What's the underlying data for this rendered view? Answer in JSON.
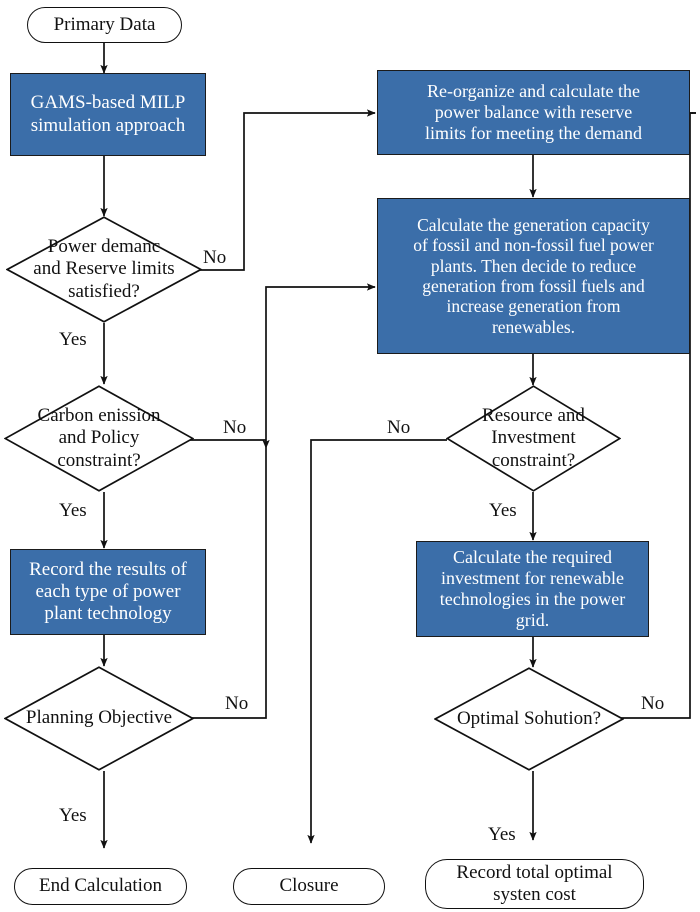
{
  "diagram": {
    "title": "GAMS-based MILP power system planning flowchart",
    "type": "flowchart",
    "colors": {
      "process_fill": "#3b6ea9",
      "process_text": "#ffffff",
      "outline": "#111111",
      "background": "#ffffff",
      "terminal_text": "#111111"
    }
  },
  "nodes": [
    {
      "id": "primary-data",
      "shape": "terminal",
      "label": "Primary Data"
    },
    {
      "id": "gams-milp",
      "shape": "process",
      "label": "GAMS-based MILP simulation approach"
    },
    {
      "id": "power-demand",
      "shape": "decision",
      "label": "Power demanc and Reserve limits satisfied?"
    },
    {
      "id": "carbon-policy",
      "shape": "decision",
      "label": "Carbon enission and Policy constraint?"
    },
    {
      "id": "record-results",
      "shape": "process",
      "label": "Record the results of each type of power plant technology"
    },
    {
      "id": "planning-objective",
      "shape": "decision",
      "label": "Planning Objective"
    },
    {
      "id": "end-calculation",
      "shape": "terminal",
      "label": "End Calculation"
    },
    {
      "id": "closure",
      "shape": "terminal",
      "label": "Closure"
    },
    {
      "id": "reorganize",
      "shape": "process",
      "label": "Re-organize and calculate the power balance with reserve limits for meeting the demand"
    },
    {
      "id": "calculate-generation",
      "shape": "process",
      "label": "Calculate the generation capacity of fossil and non-fossil fuel power plants. Then decide to reduce generation from fossil fuels and increase generation from renewables."
    },
    {
      "id": "resource-investment",
      "shape": "decision",
      "label": "Resource and Investment constraint?"
    },
    {
      "id": "calculate-investment",
      "shape": "process",
      "label": "Calculate the required investment for renewable technologies in the power grid."
    },
    {
      "id": "optimal-solution",
      "shape": "decision",
      "label": "Optimal Sohution?"
    },
    {
      "id": "record-total-cost",
      "shape": "terminal",
      "label": "Record total optimal systen cost"
    }
  ],
  "node_lines": {
    "primary_data": [
      "Primary Data"
    ],
    "gams_milp": [
      "GAMS-based MILP",
      "simulation approach"
    ],
    "power_demand": [
      "Power demanc",
      "and Reserve limits",
      "satisfied?"
    ],
    "carbon_policy": [
      "Carbon enission",
      "and Policy",
      "constraint?"
    ],
    "record_results": [
      "Record the results of",
      "each type of power",
      "plant technology"
    ],
    "planning_objective": [
      "Planning Objective"
    ],
    "end_calculation": [
      "End Calculation"
    ],
    "closure": [
      "Closure"
    ],
    "reorganize": [
      "Re-organize and calculate the",
      "power balance with reserve",
      "limits for meeting the demand"
    ],
    "calculate_generation": [
      "Calculate the generation capacity",
      "of fossil and non-fossil fuel power",
      "plants. Then decide to reduce",
      "generation from fossil fuels and",
      "increase generation from",
      "renewables."
    ],
    "resource_investment": [
      "Resource and",
      "Investment",
      "constraint?"
    ],
    "calculate_investment": [
      "Calculate the required",
      "investment for renewable",
      "technologies in the power",
      "grid."
    ],
    "optimal_solution": [
      "Optimal Sohution?"
    ],
    "record_total_cost": [
      "Record total optimal",
      "systen cost"
    ]
  },
  "edge_labels": {
    "power_demand_no": "No",
    "power_demand_yes": "Yes",
    "carbon_policy_no": "No",
    "carbon_policy_yes": "Yes",
    "planning_objective_no": "No",
    "planning_objective_yes": "Yes",
    "resource_no": "No",
    "resource_yes": "Yes",
    "optimal_no": "No",
    "optimal_yes": "Yes"
  },
  "edges": [
    {
      "from": "primary-data",
      "to": "gams-milp",
      "label": ""
    },
    {
      "from": "gams-milp",
      "to": "power-demand",
      "label": ""
    },
    {
      "from": "power-demand",
      "to": "carbon-policy",
      "label": "Yes"
    },
    {
      "from": "power-demand",
      "to": "reorganize",
      "label": "No"
    },
    {
      "from": "carbon-policy",
      "to": "record-results",
      "label": "Yes"
    },
    {
      "from": "carbon-policy",
      "to": "calculate-generation",
      "label": "No"
    },
    {
      "from": "record-results",
      "to": "planning-objective",
      "label": ""
    },
    {
      "from": "planning-objective",
      "to": "calculate-generation",
      "label": "No"
    },
    {
      "from": "planning-objective",
      "to": "end-calculation",
      "label": "Yes"
    },
    {
      "from": "reorganize",
      "to": "calculate-generation",
      "label": ""
    },
    {
      "from": "calculate-generation",
      "to": "resource-investment",
      "label": ""
    },
    {
      "from": "resource-investment",
      "to": "calculate-investment",
      "label": "Yes"
    },
    {
      "from": "resource-investment",
      "to": "closure",
      "label": "No"
    },
    {
      "from": "calculate-investment",
      "to": "optimal-solution",
      "label": ""
    },
    {
      "from": "optimal-solution",
      "to": "record-total-cost",
      "label": "Yes"
    },
    {
      "from": "optimal-solution",
      "to": "reorganize",
      "label": "No"
    }
  ]
}
